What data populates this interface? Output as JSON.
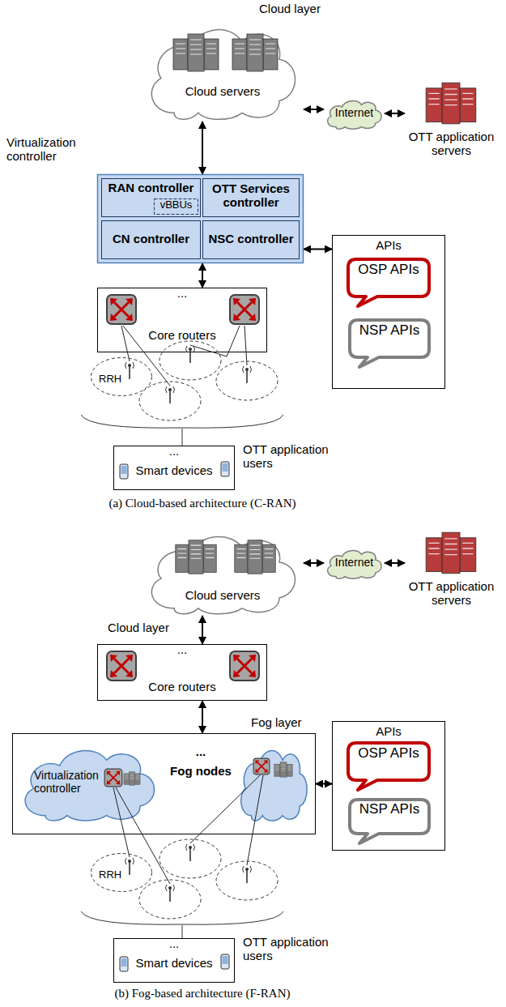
{
  "diagram": {
    "nodes": [
      {
        "text": [
          "Cloud layer",
          "Cloud servers"
        ]
      },
      {
        "text": [
          "Internet"
        ]
      },
      {
        "text": [
          "OTT application servers"
        ]
      },
      {
        "text": [
          "Virtualization controller"
        ]
      },
      {
        "text": [
          "RAN controller"
        ],
        "in": 3
      },
      {
        "text": [
          "vBBUs"
        ],
        "in": 4
      },
      {
        "text": [
          "OTT Services controller"
        ],
        "in": 3
      },
      {
        "text": [
          "CN controller"
        ],
        "in": 3
      },
      {
        "text": [
          "NSC controller"
        ],
        "in": 3
      },
      {
        "text": [
          "APIs"
        ]
      },
      {
        "text": [
          "OSP APIs"
        ],
        "in": 9
      },
      {
        "text": [
          "NSP APIs"
        ],
        "in": 9
      },
      {
        "text": [
          "...",
          "Core routers"
        ]
      },
      {
        "text": [
          "RRH"
        ]
      },
      {
        "text": [
          "...",
          "Smart devices",
          "OTT application users"
        ]
      },
      {
        "text": [
          "Cloud servers",
          "Cloud layer"
        ]
      },
      {
        "text": [
          "Internet"
        ]
      },
      {
        "text": [
          "OTT application servers"
        ]
      },
      {
        "text": [
          "...",
          "Core routers"
        ]
      },
      {
        "text": [
          "APIs"
        ]
      },
      {
        "text": [
          "OSP APIs"
        ],
        "in": 19
      },
      {
        "text": [
          "NSP APIs"
        ],
        "in": 19
      },
      {
        "text": [
          "Fog layer",
          "...",
          "Fog nodes"
        ]
      },
      {
        "text": [
          "Virtualization controller"
        ],
        "in": 22
      },
      {
        "text": [
          "RRH"
        ]
      },
      {
        "text": [
          "...",
          "Smart devices",
          "OTT application users"
        ]
      }
    ],
    "edges": [
      {
        "from": 0,
        "to": 1,
        "arrow": "both"
      },
      {
        "from": 1,
        "to": 2,
        "arrow": "both"
      },
      {
        "from": 0,
        "to": 3,
        "arrow": "both"
      },
      {
        "from": 3,
        "to": 12,
        "arrow": "both"
      },
      {
        "from": 3,
        "to": 9,
        "arrow": "both"
      },
      {
        "from": 15,
        "to": 16,
        "arrow": "both"
      },
      {
        "from": 16,
        "to": 17,
        "arrow": "both"
      },
      {
        "from": 15,
        "to": 18,
        "arrow": "both"
      },
      {
        "from": 18,
        "to": 22,
        "arrow": "both"
      },
      {
        "from": 22,
        "to": 19,
        "arrow": "both"
      }
    ],
    "labels": [
      "(a) Cloud-based architecture (C-RAN)",
      "(b) Fog-based architecture (F-RAN)"
    ]
  }
}
